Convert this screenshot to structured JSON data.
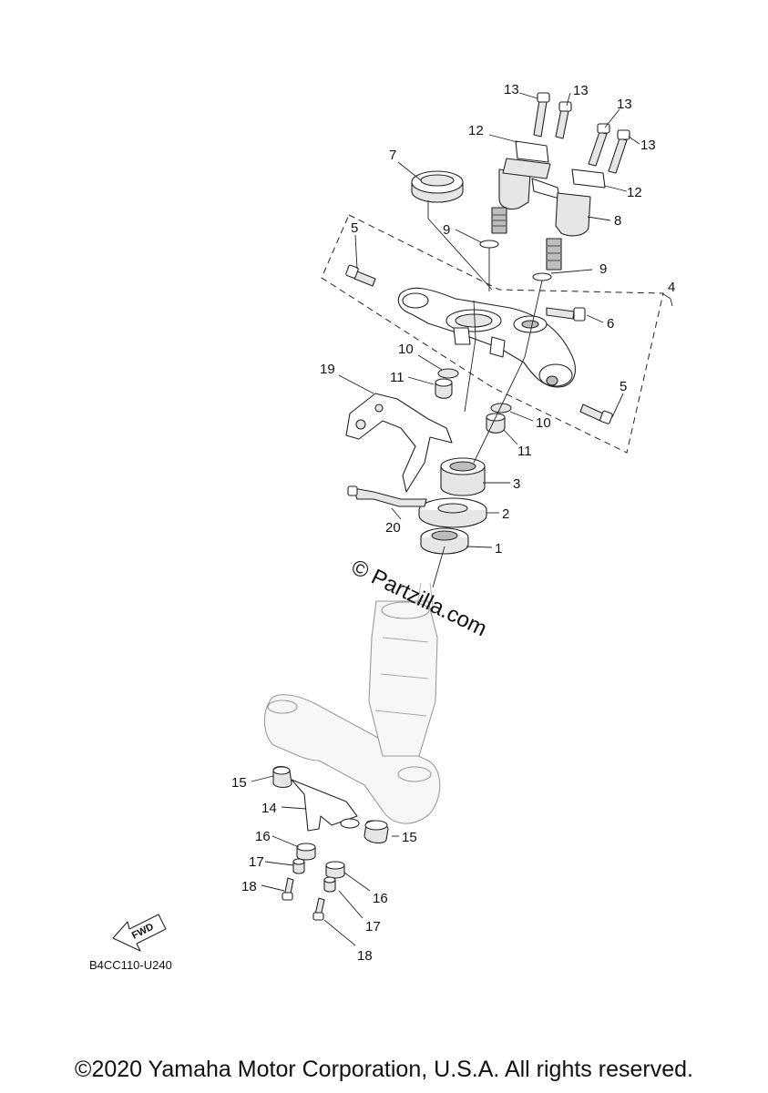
{
  "callouts": [
    "1",
    "2",
    "3",
    "4",
    "5",
    "5",
    "6",
    "7",
    "8",
    "9",
    "9",
    "10",
    "10",
    "11",
    "11",
    "12",
    "12",
    "13",
    "13",
    "13",
    "13",
    "14",
    "15",
    "15",
    "16",
    "16",
    "17",
    "17",
    "18",
    "18",
    "19",
    "20"
  ],
  "watermark": "© Partzilla.com",
  "drawing_code": "B4CC110-U240",
  "fwd_label": "FWD",
  "copyright": "©2020 Yamaha Motor Corporation, U.S.A. All rights reserved."
}
